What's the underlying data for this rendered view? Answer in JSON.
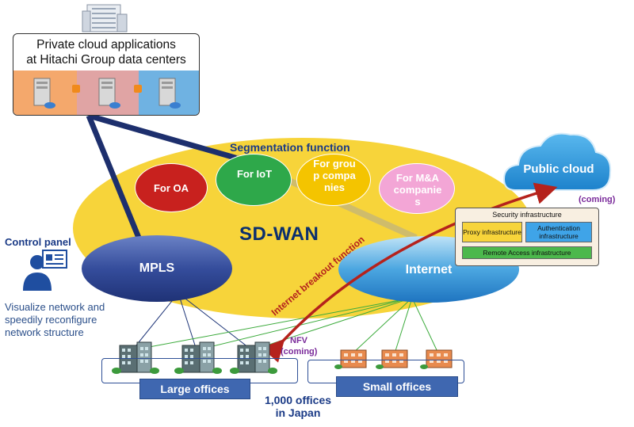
{
  "datacenter": {
    "title_line1": "Private cloud applications",
    "title_line2": "at Hitachi Group data centers",
    "panel_colors": [
      "#f4a86c",
      "#e0a4a4",
      "#6fb2e2"
    ]
  },
  "segmentation": {
    "title": "Segmentation function",
    "bubbles": [
      {
        "label": "For OA",
        "color": "#c8211e"
      },
      {
        "label": "For IoT",
        "color": "#2ea84a"
      },
      {
        "label": "For group companies",
        "color": "#f4c400"
      },
      {
        "label": "For M&A companies",
        "color": "#f3a6d6"
      }
    ]
  },
  "sdwan": {
    "label": "SD-WAN",
    "ellipse_color": "#f7d43a"
  },
  "networks": {
    "mpls": "MPLS",
    "internet": "Internet"
  },
  "public_cloud": {
    "label": "Public cloud",
    "status": "(coming)"
  },
  "security": {
    "title": "Security infrastructure",
    "proxy": "Proxy infrastructure",
    "authentication": "Authentication infrastructure",
    "remote_access": "Remote Access infrastructure"
  },
  "breakout": {
    "label": "Internet breakout function"
  },
  "nfv": {
    "label": "NFV",
    "status": "(coming)"
  },
  "control_panel": {
    "title": "Control panel",
    "description": "Visualize network and speedily reconfigure network structure"
  },
  "offices": {
    "large": "Large offices",
    "small": "Small offices",
    "total_line1": "1,000 offices",
    "total_line2": "in Japan"
  }
}
